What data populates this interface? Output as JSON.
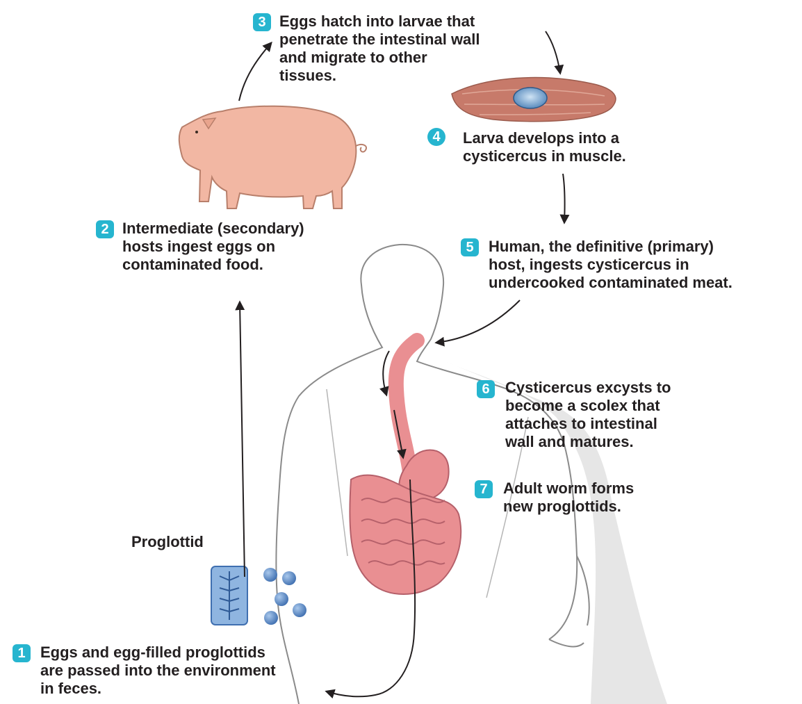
{
  "colors": {
    "badge": "#26b5cf",
    "text": "#231f20",
    "arrow": "#231f20",
    "body_outline": "#8a8a8a",
    "body_shade": "#e4e4e4",
    "pig": "#f2b7a3",
    "intestine": "#e98f92",
    "muscle": "#c77a6a",
    "cyst": "#6f9fca",
    "egg": "#3f6fb0"
  },
  "steps": [
    {
      "num": "1",
      "lines": [
        "Eggs and egg-filled proglottids",
        "are passed into the environment",
        "in feces."
      ]
    },
    {
      "num": "2",
      "lines": [
        "Intermediate (secondary)",
        "hosts ingest eggs on",
        "contaminated food."
      ]
    },
    {
      "num": "3",
      "lines": [
        "Eggs hatch into larvae that",
        "penetrate the intestinal wall",
        "and migrate to other",
        "tissues."
      ]
    },
    {
      "num": "4",
      "lines": [
        "Larva develops into a",
        "cysticercus in muscle."
      ]
    },
    {
      "num": "5",
      "lines": [
        "Human, the definitive (primary)",
        "host, ingests cysticercus in",
        "undercooked contaminated meat."
      ]
    },
    {
      "num": "6",
      "lines": [
        "Cysticercus excysts to",
        "become a scolex that",
        "attaches to intestinal",
        "wall and matures."
      ]
    },
    {
      "num": "7",
      "lines": [
        "Adult worm forms",
        "new proglottids."
      ]
    }
  ],
  "labels": {
    "proglottid": "Proglottid"
  }
}
